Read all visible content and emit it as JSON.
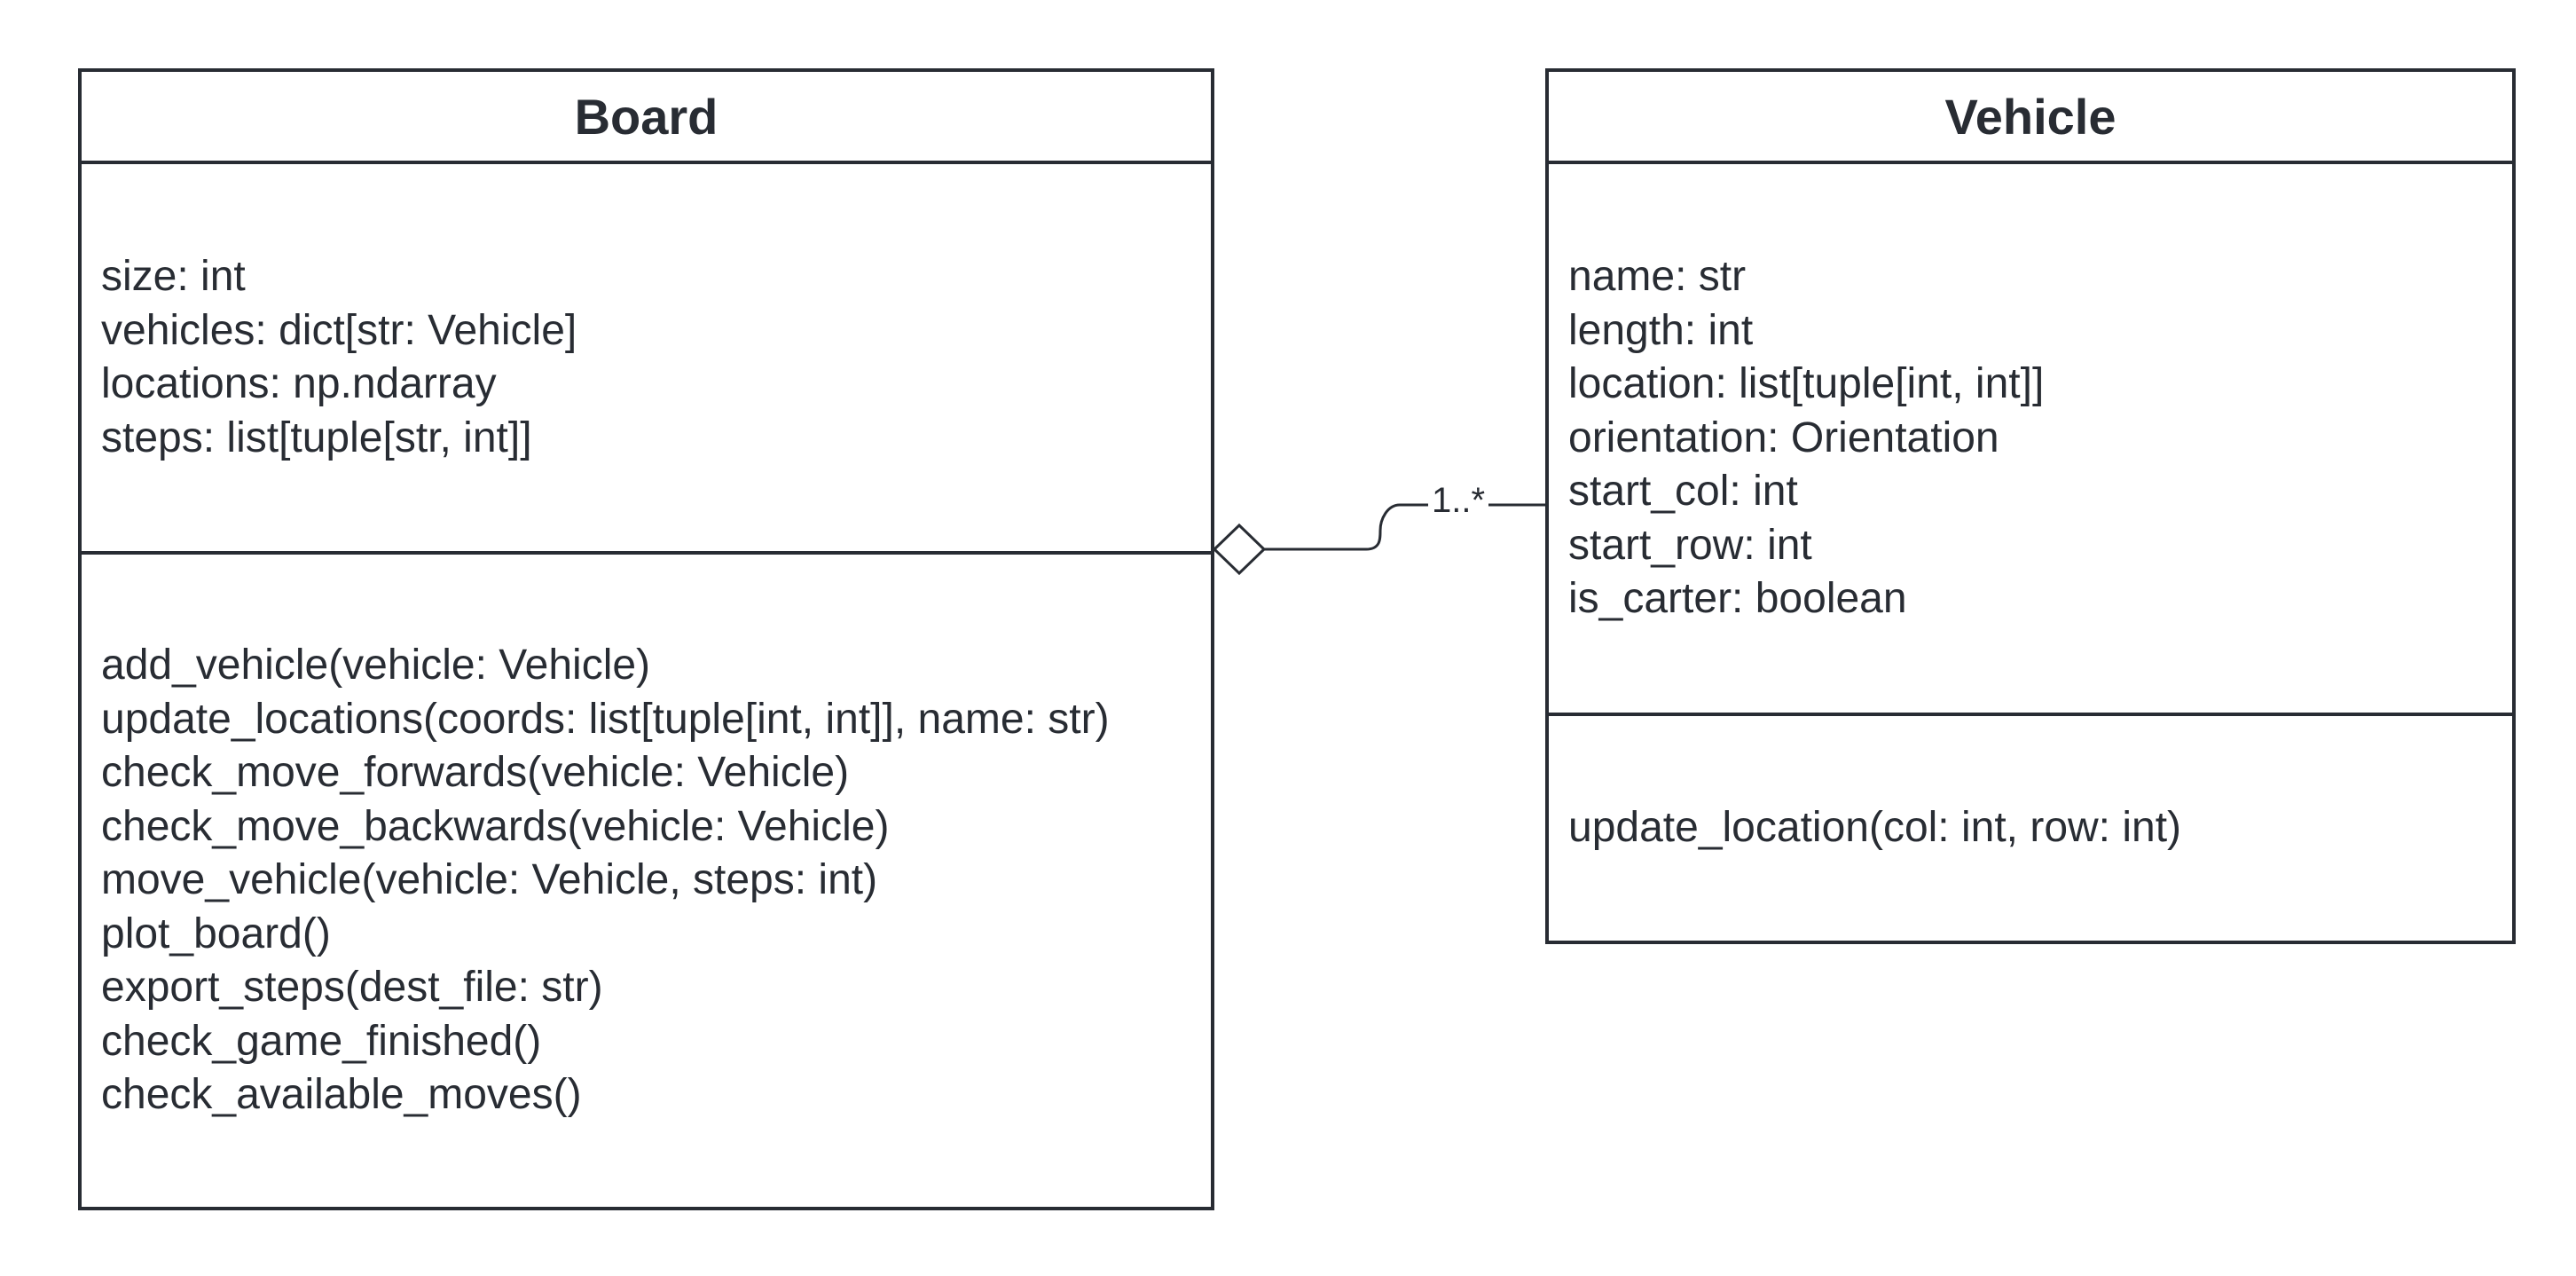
{
  "diagram": {
    "classes": {
      "board": {
        "name": "Board",
        "attributes": [
          "size: int",
          "vehicles: dict[str: Vehicle]",
          "locations: np.ndarray",
          "steps: list[tuple[str, int]]"
        ],
        "operations": [
          "add_vehicle(vehicle: Vehicle)",
          "update_locations(coords: list[tuple[int, int]], name: str)",
          "check_move_forwards(vehicle: Vehicle)",
          "check_move_backwards(vehicle: Vehicle)",
          "move_vehicle(vehicle: Vehicle, steps: int)",
          "plot_board()",
          "export_steps(dest_file: str)",
          "check_game_finished()",
          "check_available_moves()"
        ]
      },
      "vehicle": {
        "name": "Vehicle",
        "attributes": [
          "name: str",
          "length: int",
          "location: list[tuple[int, int]]",
          "orientation: Orientation",
          "start_col: int",
          "start_row: int",
          "is_carter: boolean"
        ],
        "operations": [
          "update_location(col: int, row: int)"
        ]
      }
    },
    "association": {
      "type": "aggregation",
      "multiplicity": "1..*"
    }
  }
}
